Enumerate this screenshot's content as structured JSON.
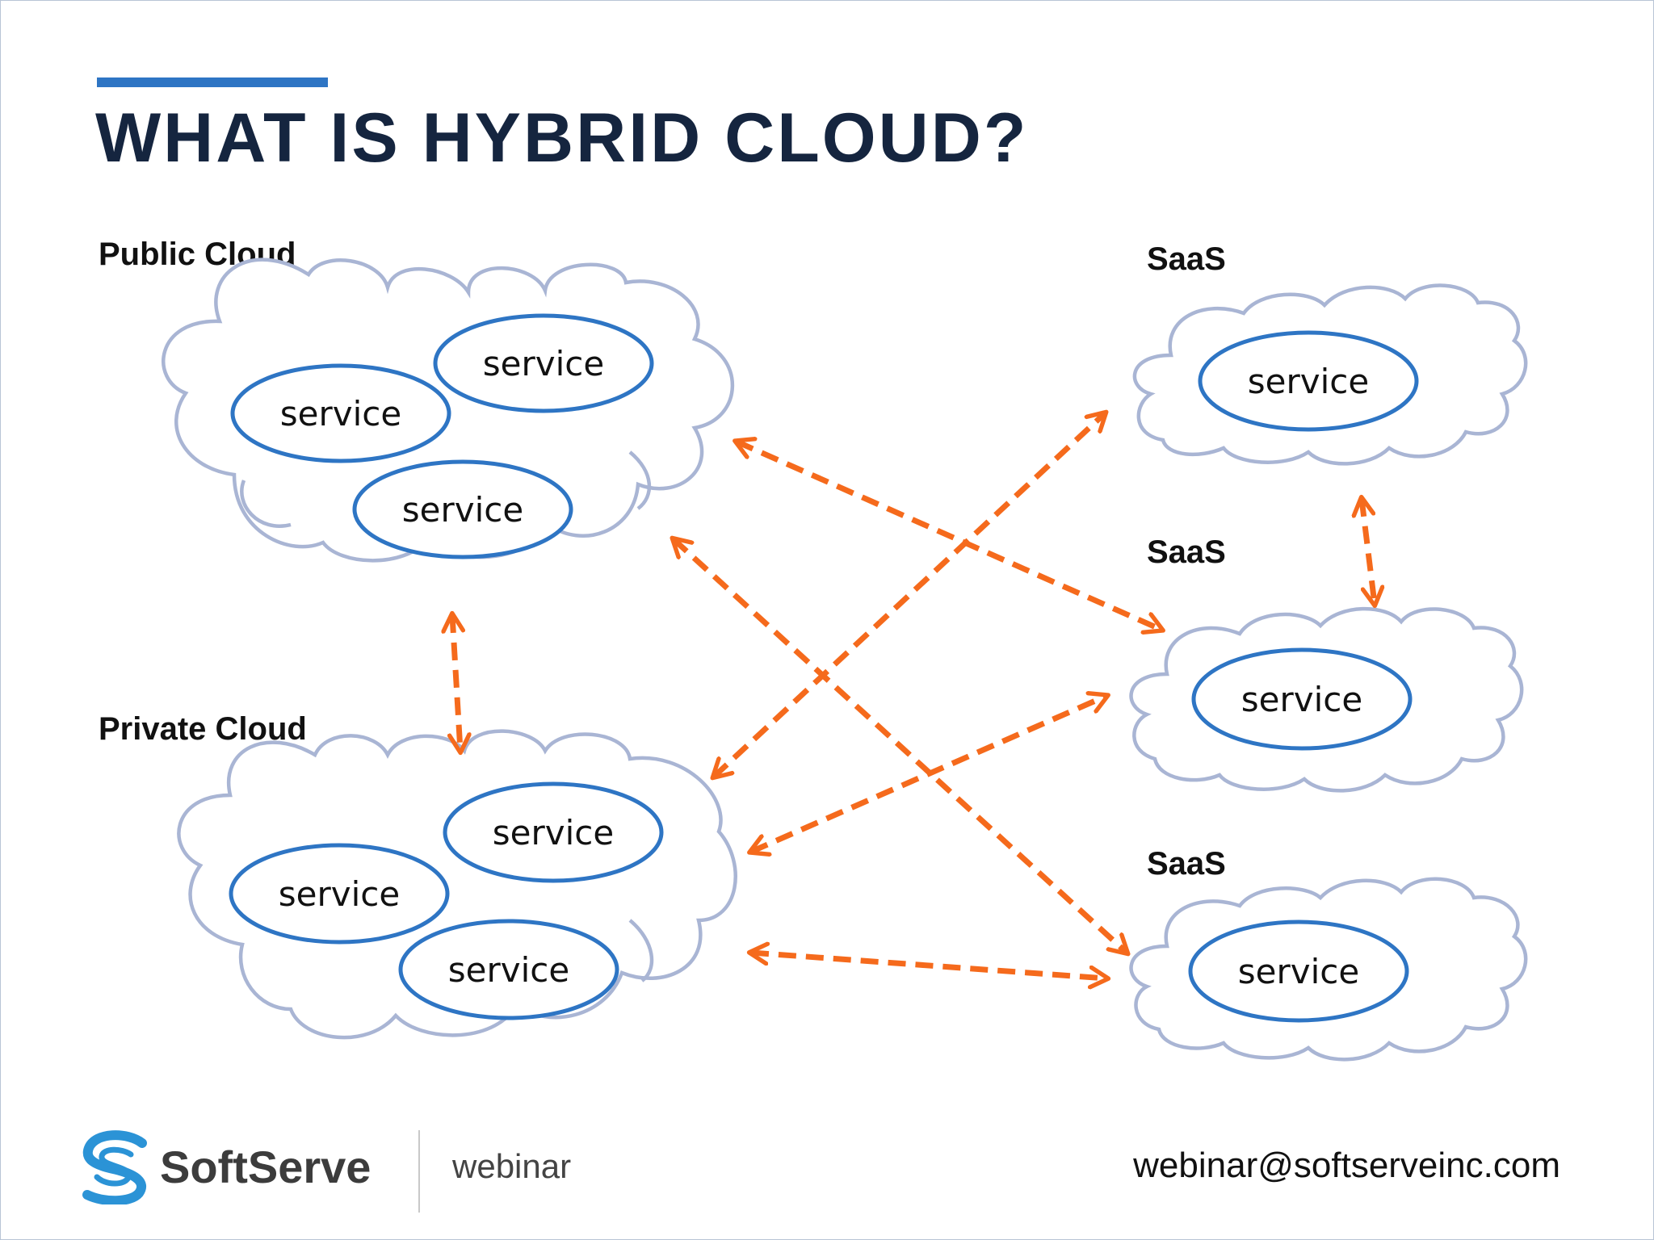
{
  "title": "WHAT IS HYBRID CLOUD?",
  "colors": {
    "accent": "#2e75c4",
    "title": "#15253f",
    "cloud_outline": "#a9b5d4",
    "service_outline": "#2e75c4",
    "connector": "#f56a1c",
    "logo": "#2b93d6"
  },
  "groups": {
    "public_cloud": {
      "label": "Public Cloud",
      "services": [
        "service",
        "service",
        "service"
      ]
    },
    "private_cloud": {
      "label": "Private Cloud",
      "services": [
        "service",
        "service",
        "service"
      ]
    },
    "saas_1": {
      "label": "SaaS",
      "services": [
        "service"
      ]
    },
    "saas_2": {
      "label": "SaaS",
      "services": [
        "service"
      ]
    },
    "saas_3": {
      "label": "SaaS",
      "services": [
        "service"
      ]
    }
  },
  "connections": [
    [
      "public_cloud",
      "private_cloud"
    ],
    [
      "public_cloud",
      "saas_2"
    ],
    [
      "public_cloud",
      "saas_3"
    ],
    [
      "private_cloud",
      "saas_1"
    ],
    [
      "private_cloud",
      "saas_2"
    ],
    [
      "private_cloud",
      "saas_3"
    ],
    [
      "saas_1",
      "saas_2"
    ]
  ],
  "footer": {
    "brand": "SoftServe",
    "logo_icon": "softserve-s-logo-icon",
    "tagline": "webinar",
    "email": "webinar@softserveinc.com"
  }
}
